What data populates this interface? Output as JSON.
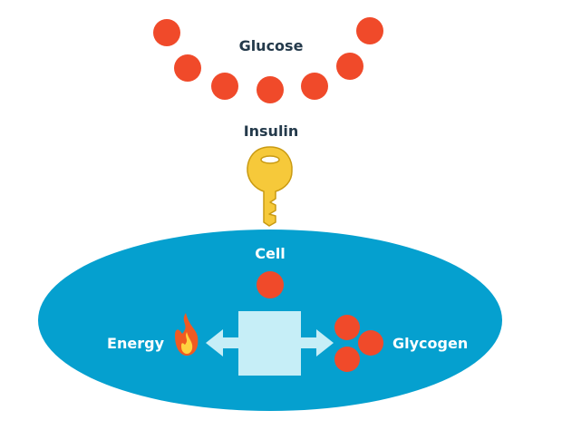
{
  "labels": {
    "glucose": "Glucose",
    "insulin": "Insulin",
    "cell": "Cell",
    "energy": "Energy",
    "glycogen": "Glycogen"
  },
  "colors": {
    "glucose": "#f04a2a",
    "cell": "#05a0cf",
    "center_box": "#c6eef7",
    "arrow": "#c6eef7",
    "key_fill": "#f6c93a",
    "key_stroke": "#c99a12",
    "text_dark": "#243a4b",
    "text_light": "#ffffff",
    "flame_outer": "#f05a22",
    "flame_inner": "#ffd23f"
  },
  "icons": {
    "key": "key-icon",
    "flame": "flame-icon"
  }
}
